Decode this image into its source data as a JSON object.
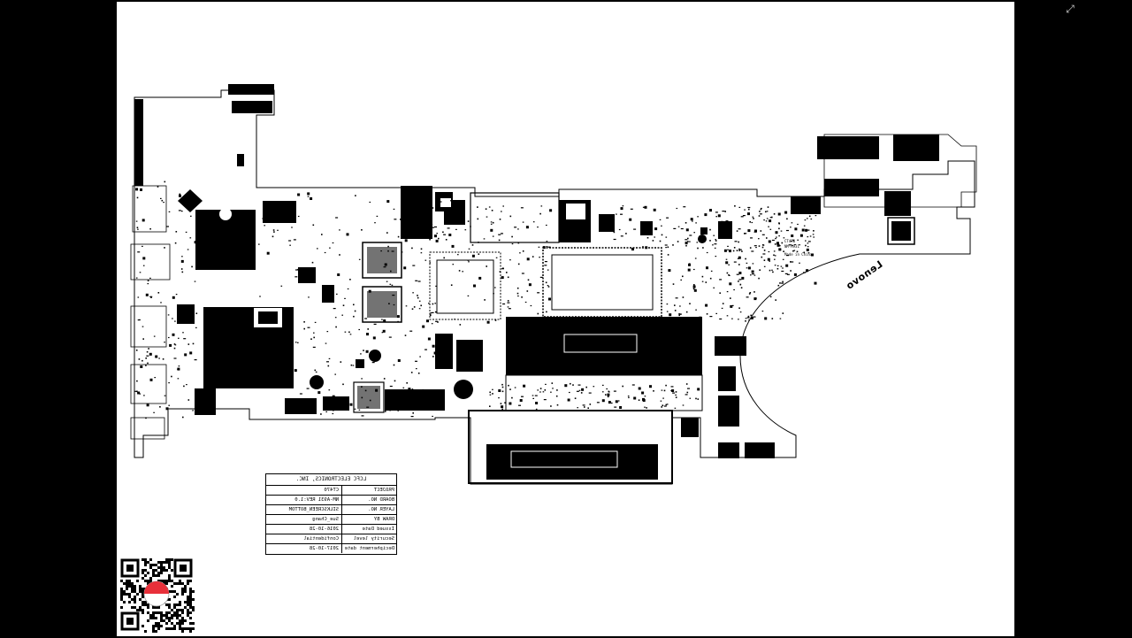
{
  "viewer": {
    "exit_fullscreen_icon": "collapse-arrows-icon"
  },
  "board": {
    "brand": "Lenovo",
    "made_in": "Made in China",
    "silk_labels": [
      "CT470",
      "NM-A931",
      "Lenovo"
    ]
  },
  "title_block": {
    "header": "LCFC ELECTRONICS, INC.",
    "rows": [
      {
        "key": "PROJECT",
        "value": "CT470"
      },
      {
        "key": "BOARD NO.",
        "value": "NM-A931   REV:1.0"
      },
      {
        "key": "LAYER NO.",
        "value": "SILKSCREEN_BOTTOM"
      },
      {
        "key": "DRAW BY",
        "value": "Sue_Chang"
      },
      {
        "key": "Issued  Date",
        "value": "2016-10-28"
      },
      {
        "key": "Security level",
        "value": "Confidential"
      },
      {
        "key": "Decipherment date",
        "value": "2017-10-28"
      }
    ]
  },
  "qr": {
    "icon": "qr-code-icon",
    "badge_icon": "red-white-circle-icon",
    "colors": {
      "badge_red": "#e8303a"
    }
  },
  "colors": {
    "background": "#000000",
    "page": "#ffffff",
    "ink": "#000000"
  }
}
